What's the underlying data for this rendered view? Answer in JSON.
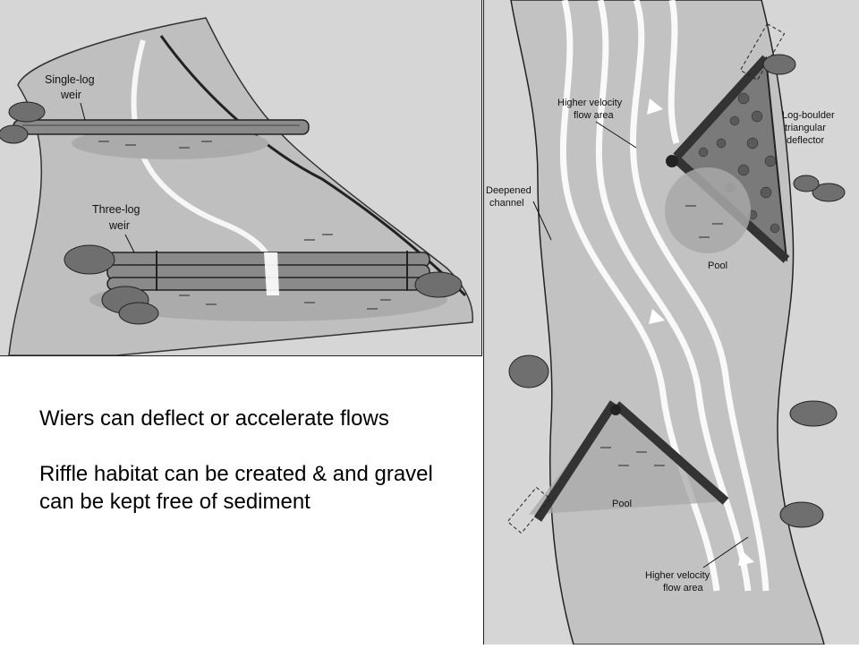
{
  "left_diagram": {
    "labels": {
      "single_log_weir": [
        "Single-log",
        "weir"
      ],
      "three_log_weir": [
        "Three-log",
        "weir"
      ]
    }
  },
  "right_diagram": {
    "labels": {
      "higher_velocity_top": [
        "Higher velocity",
        "flow area"
      ],
      "log_boulder_deflector": [
        "Log-boulder",
        "triangular",
        "deflector"
      ],
      "deepened_channel": [
        "Deepened",
        "channel"
      ],
      "pool_top": "Pool",
      "pool_bottom": "Pool",
      "higher_velocity_bottom": [
        "Higher velocity",
        "flow area"
      ]
    }
  },
  "caption": {
    "paragraph_1": "Wiers can deflect or accelerate flows",
    "paragraph_2": "Riffle  habitat can be created & and gravel can be kept free of sediment"
  },
  "colors": {
    "panel_background": "#d4d4d4",
    "water": "#bdbdbd",
    "log": "#8a8a8a",
    "rock": "#6f6f6f",
    "flow_arrow": "#ffffff"
  }
}
